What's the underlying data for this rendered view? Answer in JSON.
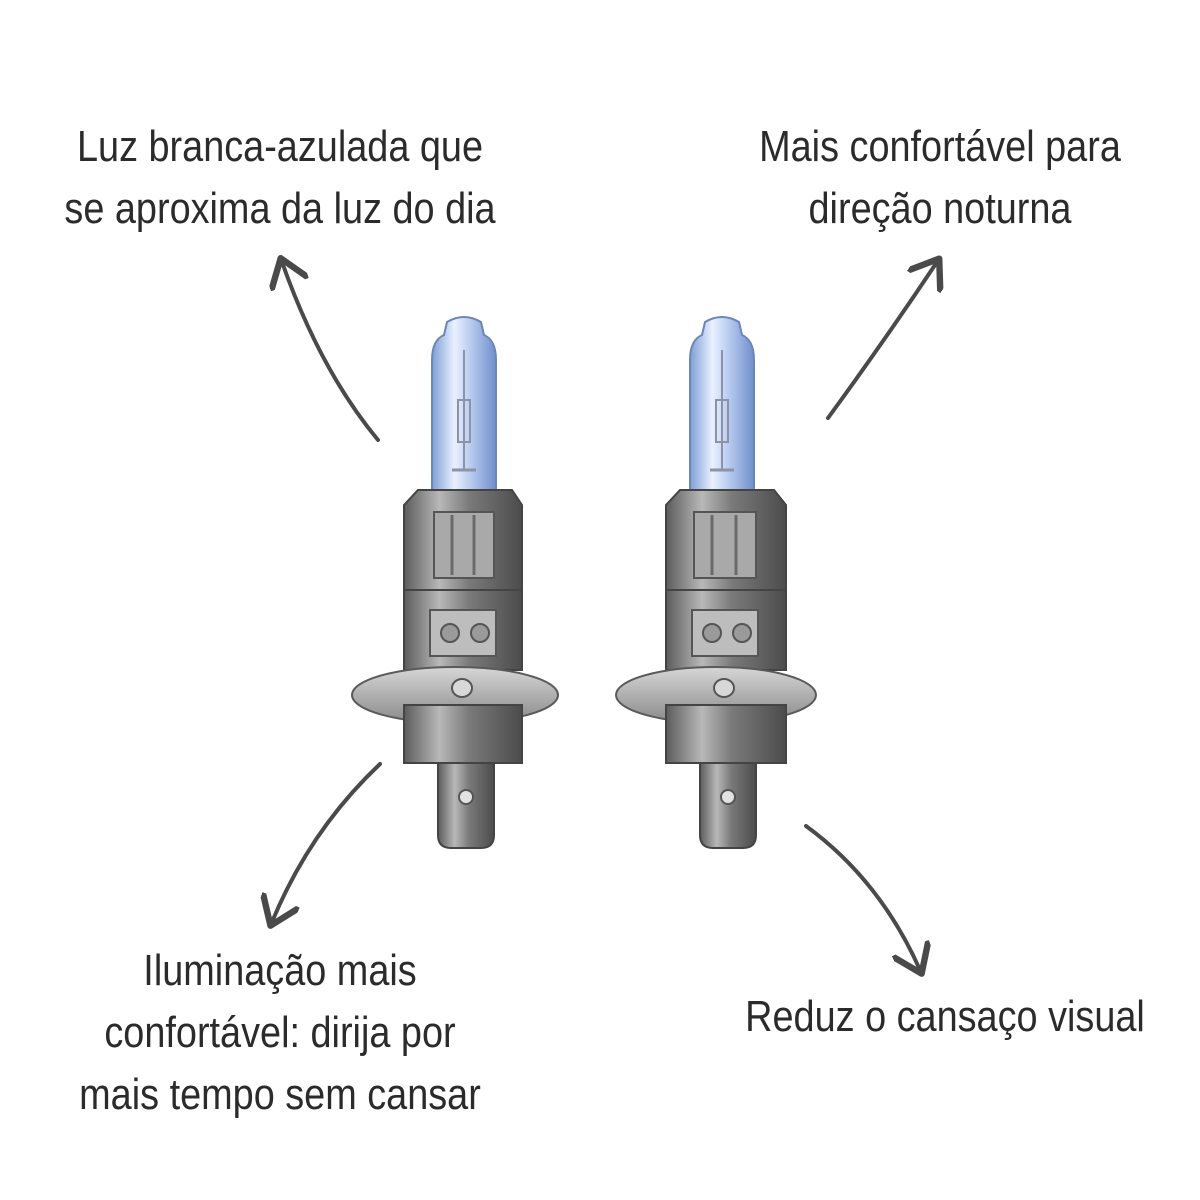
{
  "captions": {
    "top_left": "Luz branca-azulada que\nse aproxima da luz do dia",
    "top_right": "Mais confortável para\ndireção noturna",
    "bottom_left": "Iluminação mais\nconfortável: dirija por\nmais tempo sem cansar",
    "bottom_right": "Reduz o cansaço visual"
  },
  "icons": [
    "headlight-bulb-h1",
    "curved-arrow"
  ],
  "colors": {
    "text": "#2b2b2b",
    "arrow": "#4a4a4a",
    "glass_blue": "#9fb8e6",
    "metal": "#8d8d8d"
  }
}
